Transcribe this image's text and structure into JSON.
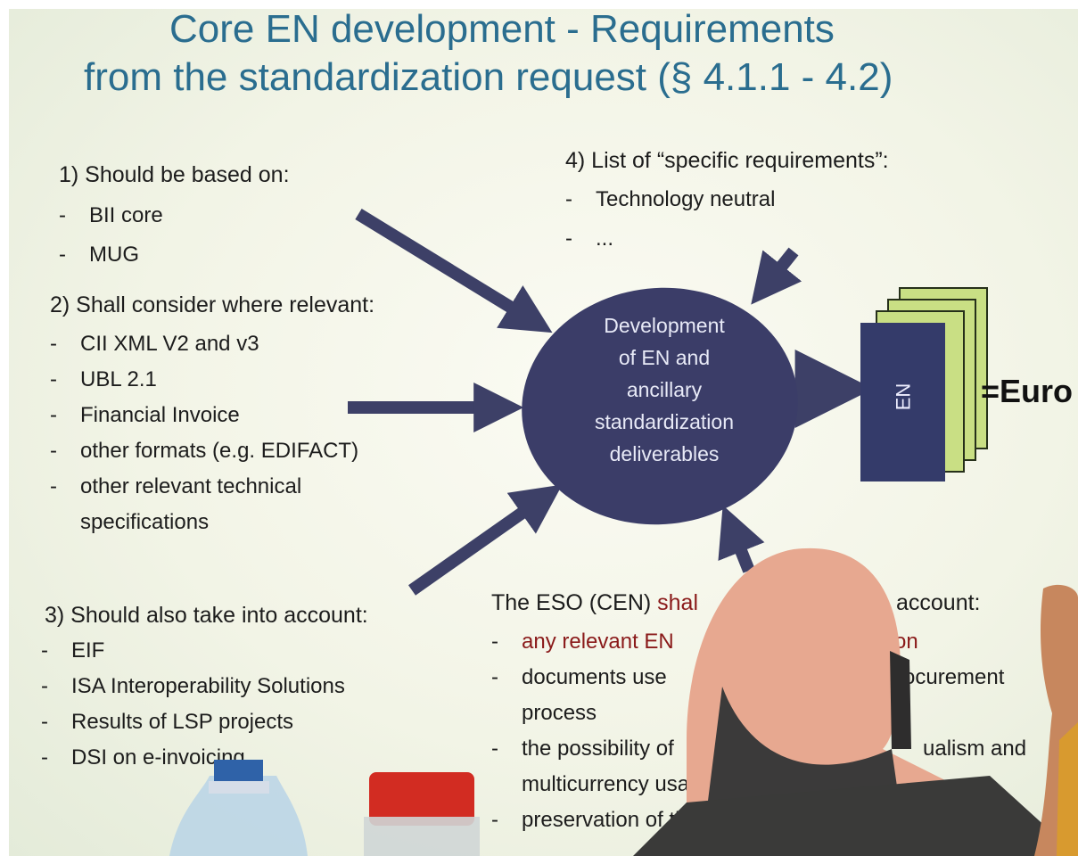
{
  "slide": {
    "title_line1": "Core EN development - Requirements",
    "title_line2": "from the standardization request (§ 4.1.1 - 4.2)",
    "block1": {
      "heading": "1) Should be based on:",
      "items": [
        "BII core",
        "MUG"
      ]
    },
    "block2": {
      "heading": "2) Shall consider where relevant:",
      "items": [
        "CII XML V2 and v3",
        "UBL 2.1",
        "Financial Invoice",
        "other formats (e.g. EDIFACT)",
        "other relevant technical",
        "specifications"
      ]
    },
    "block3": {
      "heading": "3) Should also take into account:",
      "items": [
        "EIF",
        "ISA Interoperability Solutions",
        "Results of LSP projects",
        "DSI on e-invoicing"
      ]
    },
    "block4": {
      "heading": "4) List of “specific requirements”:",
      "items": [
        "Technology neutral",
        "..."
      ]
    },
    "block5": {
      "heading_a": "The ESO (CEN) ",
      "heading_b": "shal",
      "heading_c": "account:",
      "items": [
        "any relevant EN",
        "on",
        "documents use",
        "ocurement",
        "process",
        "the possibility of",
        "ualism and",
        "multicurrency usage",
        "preservation of the"
      ]
    },
    "center": {
      "lines": [
        "Development",
        "of EN and",
        "ancillary",
        "standardization",
        "deliverables"
      ]
    },
    "doc_label": "EN",
    "overlay_text": "=Euro"
  },
  "colors": {
    "title": "#2a6d8f",
    "ellipse": "#3b3d68",
    "arrow": "#3d4067",
    "doc_green": "#c9df84",
    "doc_front": "#343b6a"
  }
}
